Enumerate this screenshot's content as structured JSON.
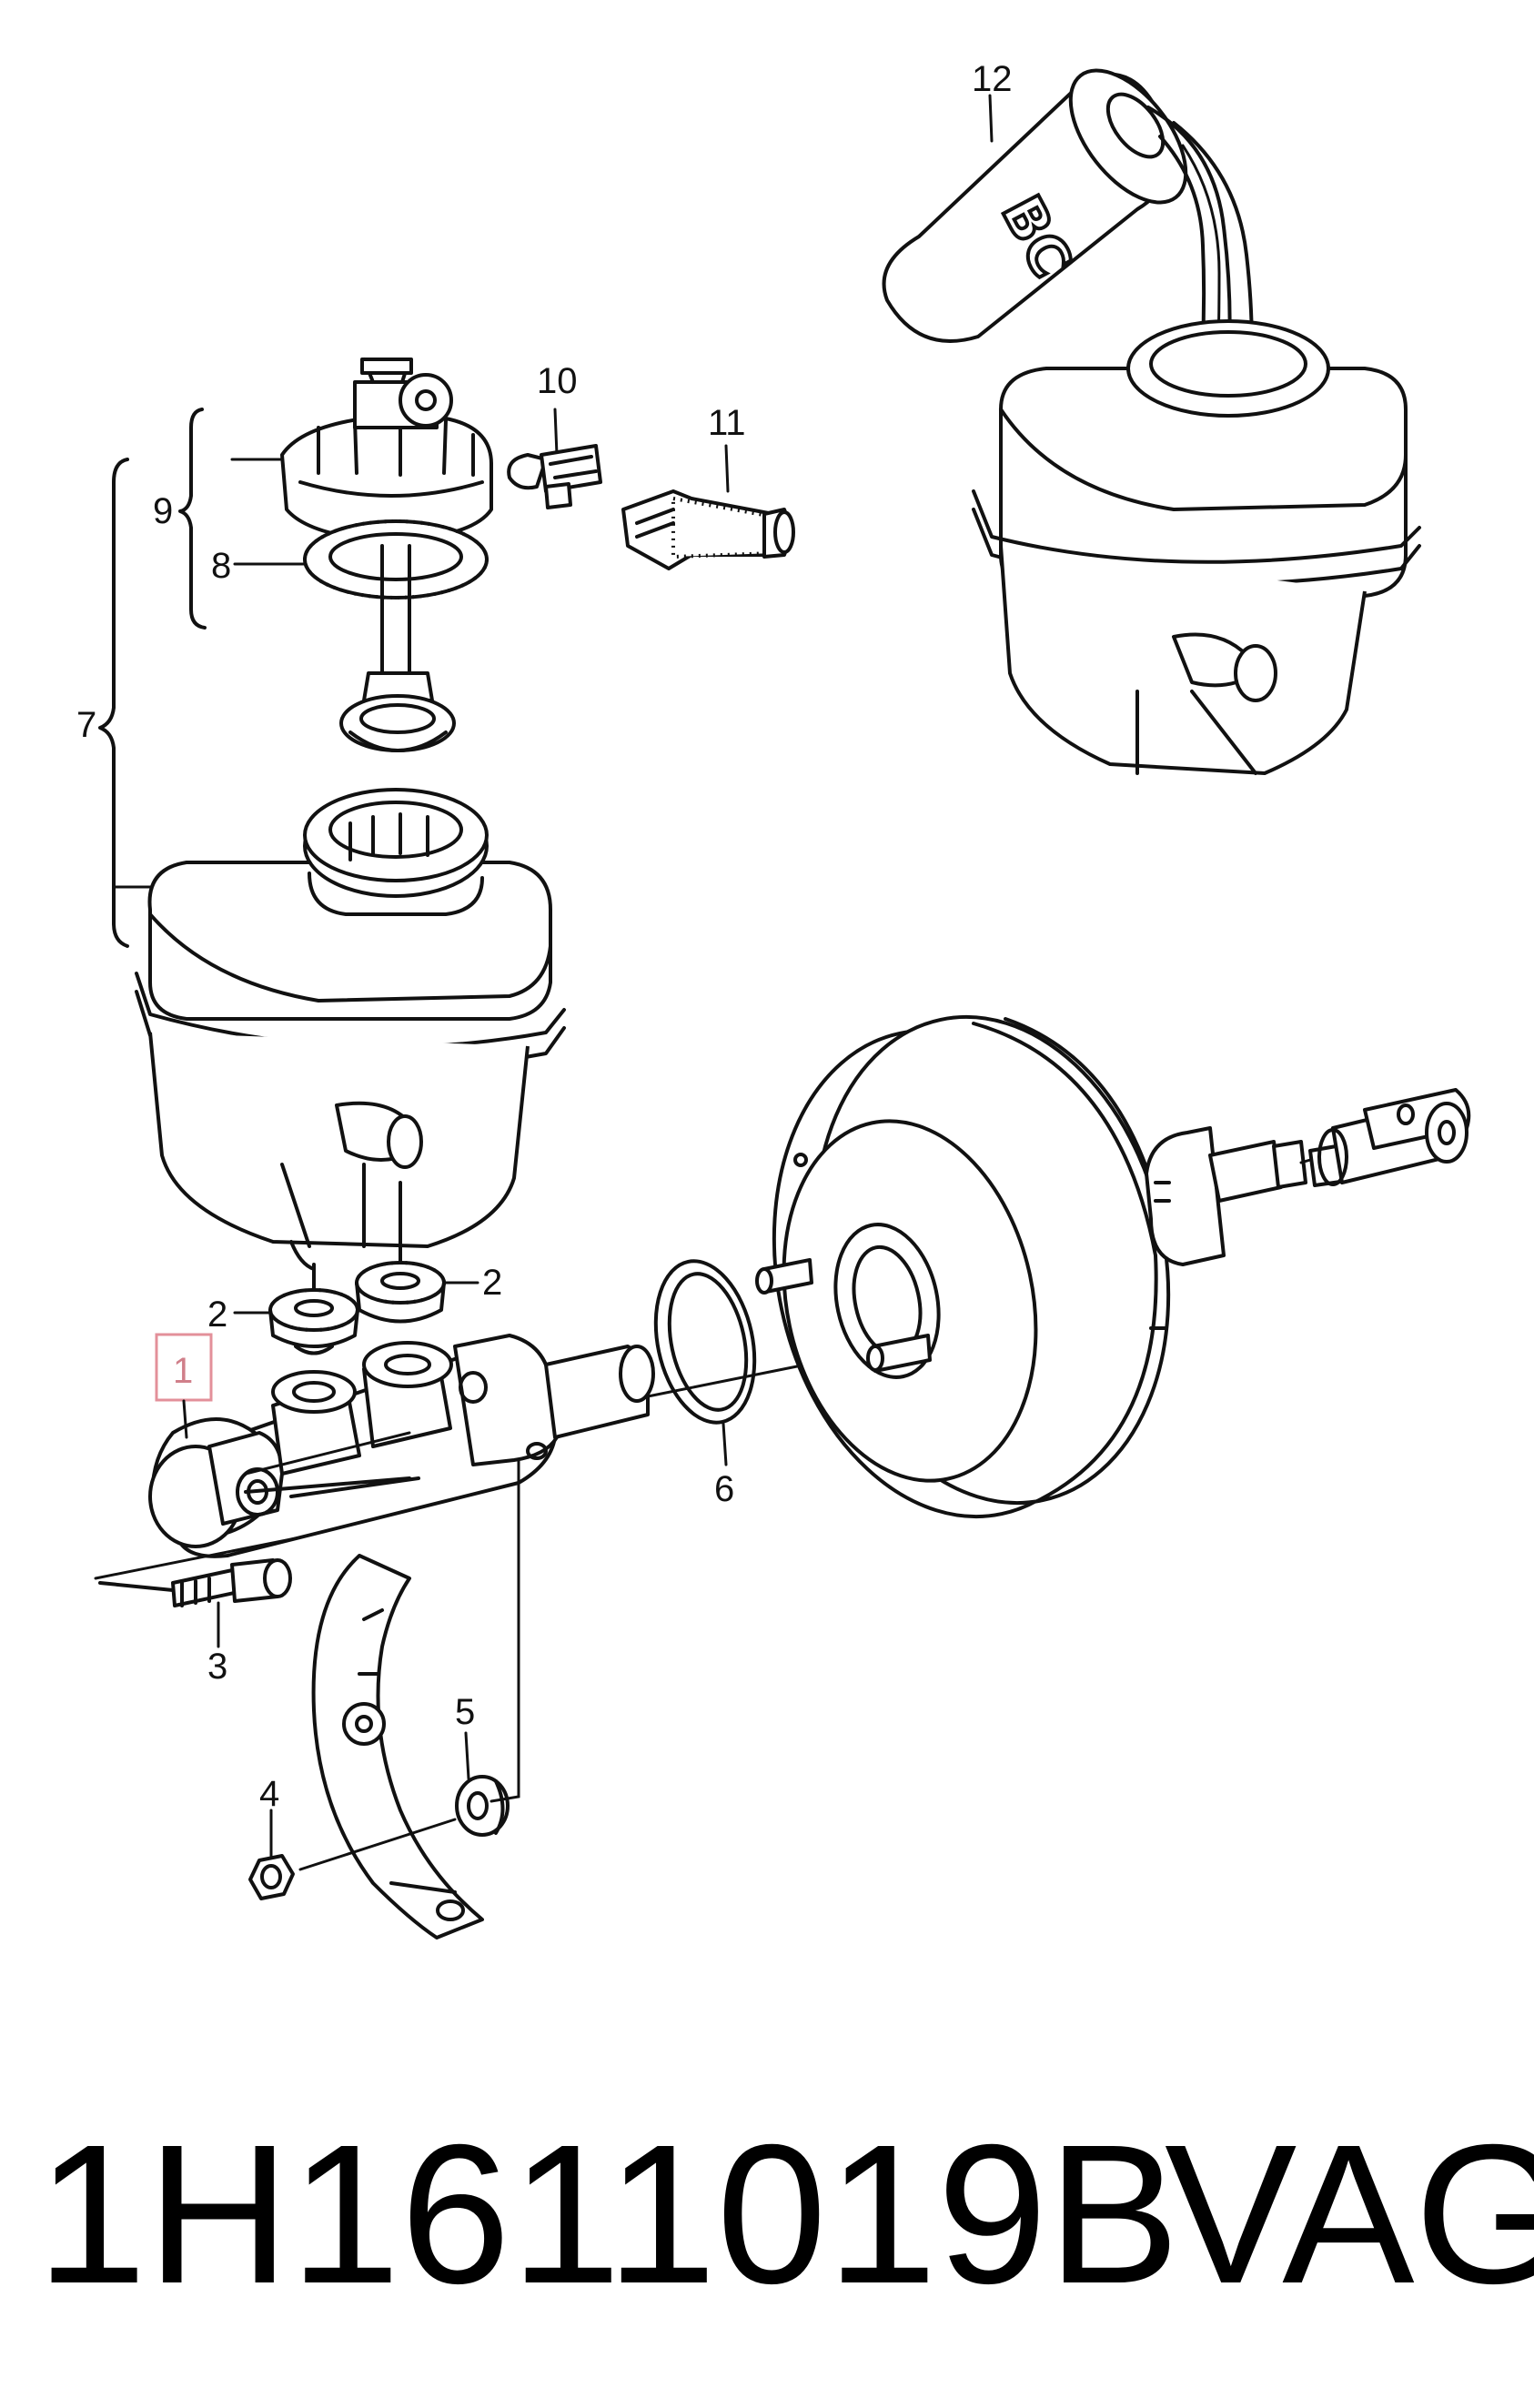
{
  "callouts": [
    {
      "id": "c1",
      "label": "1",
      "highlighted": true
    },
    {
      "id": "c2a",
      "label": "2"
    },
    {
      "id": "c2b",
      "label": "2"
    },
    {
      "id": "c3",
      "label": "3"
    },
    {
      "id": "c4",
      "label": "4"
    },
    {
      "id": "c5",
      "label": "5"
    },
    {
      "id": "c6",
      "label": "6"
    },
    {
      "id": "c7",
      "label": "7"
    },
    {
      "id": "c8",
      "label": "8"
    },
    {
      "id": "c9",
      "label": "9"
    },
    {
      "id": "c10",
      "label": "10"
    },
    {
      "id": "c11",
      "label": "11"
    },
    {
      "id": "c12",
      "label": "12"
    }
  ],
  "bottle_label": "BC",
  "caption": {
    "part_number": "1H1611019B",
    "brand": "VAG"
  },
  "colors": {
    "highlight": "#e3909a",
    "line": "#111111"
  },
  "icons": [
    "master-cylinder-drawing",
    "brake-booster-drawing",
    "reservoir-drawing",
    "fluid-bottle-drawing"
  ]
}
